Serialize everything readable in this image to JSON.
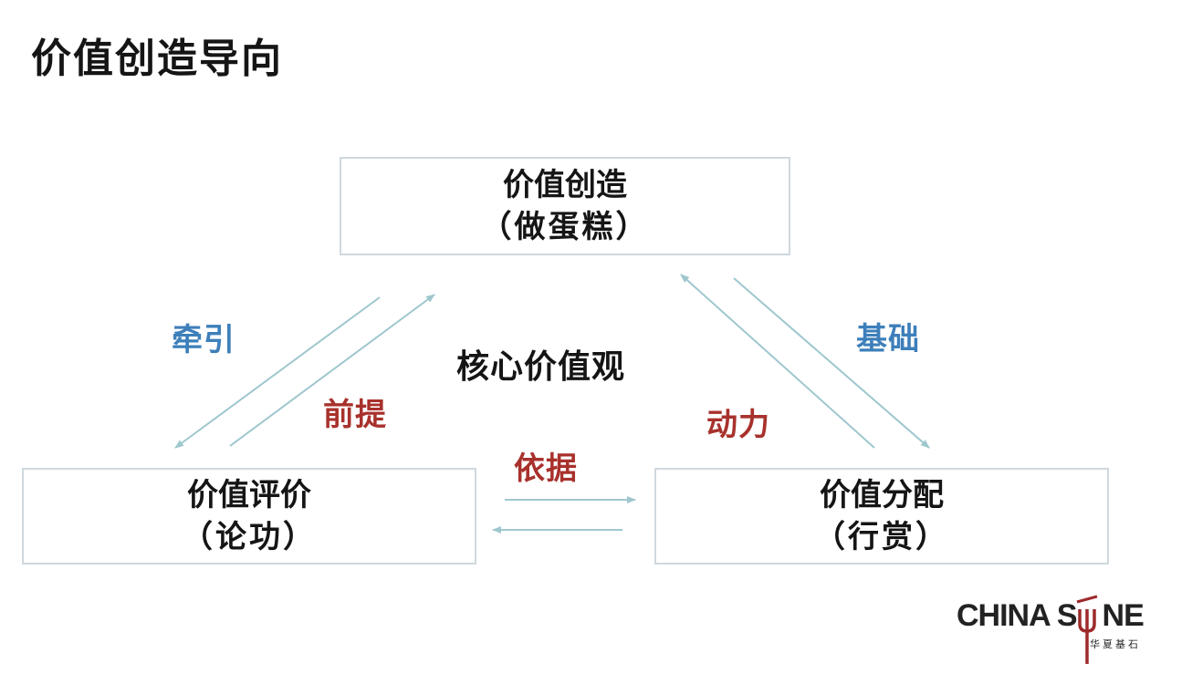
{
  "title": "价值创造导向",
  "center_label": "核心价值观",
  "boxes": {
    "top": {
      "line1": "价值创造",
      "line2": "（做蛋糕）"
    },
    "left": {
      "line1": "价值评价",
      "line2": "（论功）"
    },
    "right": {
      "line1": "价值分配",
      "line2": "（行赏）"
    }
  },
  "relations": {
    "qianyin": "牵引",
    "qianti": "前提",
    "dongli": "动力",
    "jichu": "基础",
    "yiju": "依据"
  },
  "colors": {
    "blue_label": "#3d7fba",
    "red_label": "#a8312c",
    "arrow": "#9fc7ce",
    "box_border": "#cfd8de",
    "logo_accent": "#9e2a2b"
  },
  "logo": {
    "text_left": "CHINA S",
    "text_right": "NE",
    "subtitle": "华夏基石"
  }
}
